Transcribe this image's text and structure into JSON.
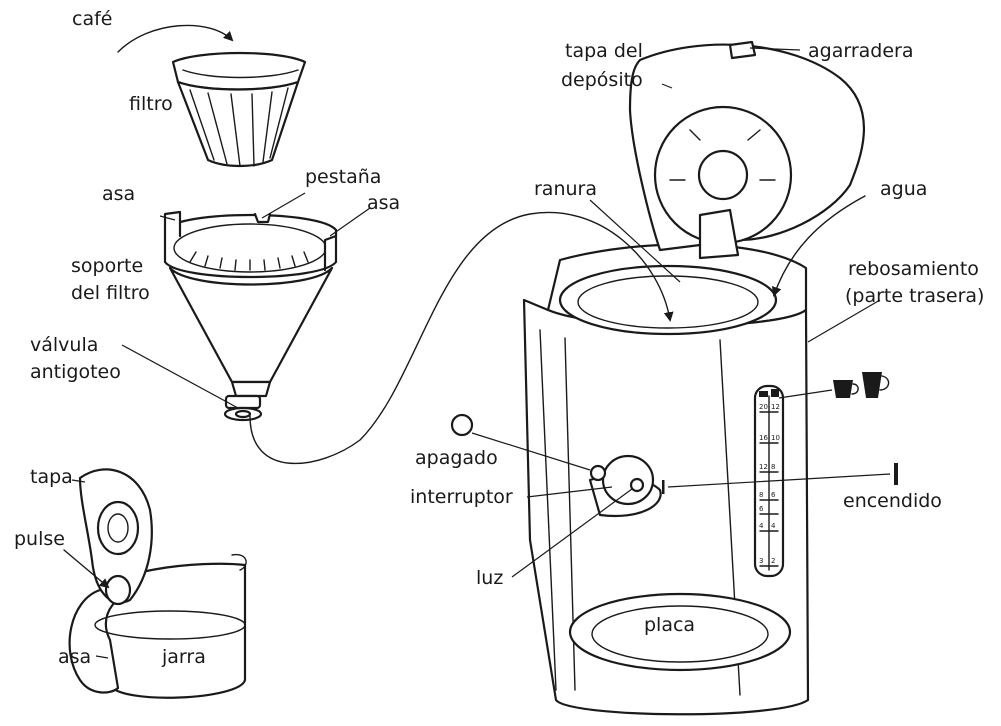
{
  "labels": {
    "cafe": "café",
    "filtro": "filtro",
    "pestana": "pestaña",
    "asa_left": "asa",
    "asa_right": "asa",
    "soporte_1": "soporte",
    "soporte_2": "del filtro",
    "valvula_1": "válvula",
    "valvula_2": "antigoteo",
    "tapa": "tapa",
    "pulse": "pulse",
    "asa_jarra": "asa",
    "jarra": "jarra",
    "tapa_deposito_1": "tapa del",
    "tapa_deposito_2": "depósito",
    "agarradera": "agarradera",
    "ranura": "ranura",
    "agua": "agua",
    "rebosamiento_1": "rebosamiento",
    "rebosamiento_2": "(parte trasera)",
    "apagado": "apagado",
    "interruptor": "interruptor",
    "luz": "luz",
    "encendido": "encendido",
    "placa": "placa"
  },
  "gauge": {
    "left_ticks": [
      "20",
      "16",
      "12",
      "8",
      "6",
      "4",
      "3"
    ],
    "right_ticks": [
      "12",
      "10",
      "8",
      "6",
      "4",
      "2"
    ]
  },
  "icons": [
    "small-cup-icon",
    "large-mug-icon",
    "off-circle-icon",
    "on-bar-icon"
  ]
}
